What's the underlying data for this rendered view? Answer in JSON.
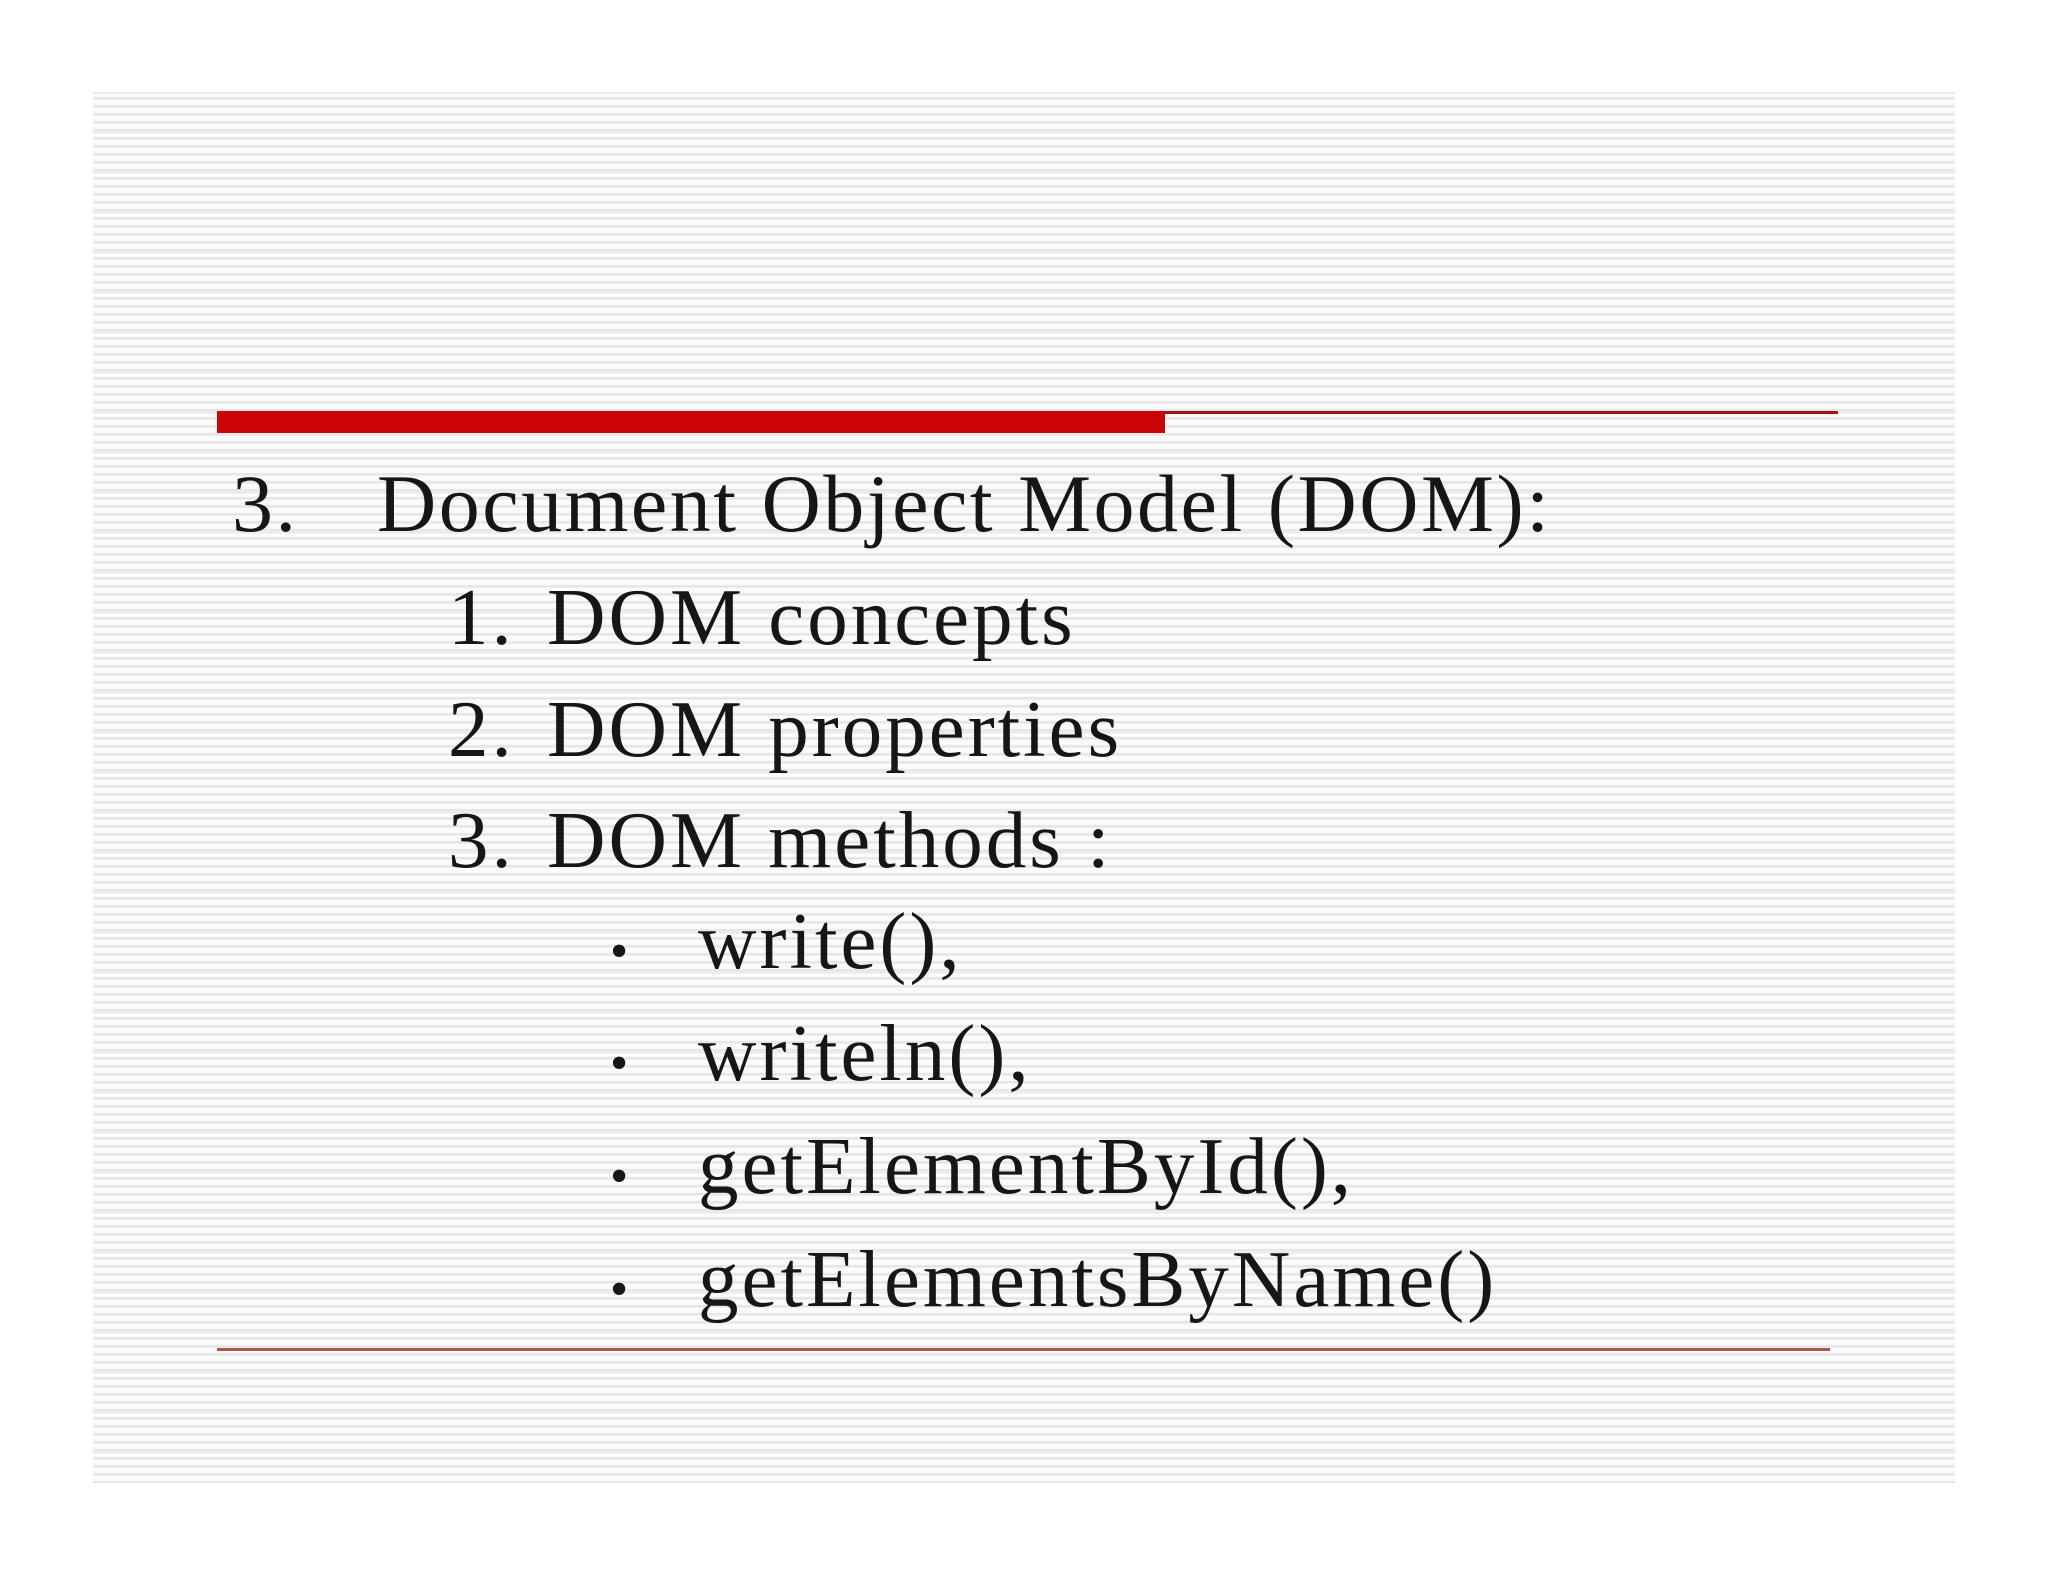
{
  "slide": {
    "title": {
      "number": "3.",
      "text": "Document Object Model (DOM):"
    },
    "numbered_items": [
      {
        "number": "1.",
        "text": "DOM concepts"
      },
      {
        "number": "2.",
        "text": "DOM properties"
      },
      {
        "number": "3.",
        "text": "DOM methods :"
      }
    ],
    "bullet_char": "•",
    "bullet_items": [
      {
        "text": "write(),"
      },
      {
        "text": "writeln(),"
      },
      {
        "text": "getElementById(),"
      },
      {
        "text": "getElementsByName()"
      }
    ],
    "colors": {
      "accent_bar": "#cc0606",
      "accent_line": "#a31212",
      "footer_rule": "#a9574e",
      "text": "#161616",
      "stripe_line": "#e4e4e4",
      "stripe_field": "#fbfbfb"
    }
  }
}
